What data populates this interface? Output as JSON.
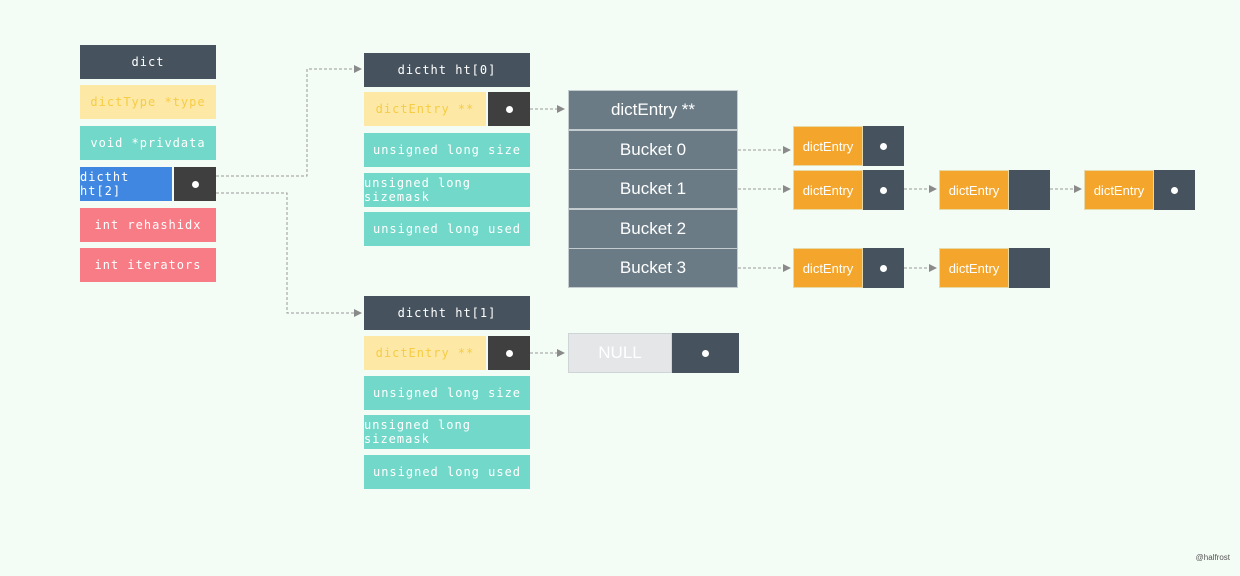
{
  "dict": {
    "title": "dict",
    "fields": [
      "dictType *type",
      "void *privdata",
      "dictht ht[2]",
      "int rehashidx",
      "int iterators"
    ]
  },
  "ht0": {
    "title": "dictht ht[0]",
    "table": "dictEntry **",
    "fields": [
      "unsigned long size",
      "unsigned long sizemask",
      "unsigned long used"
    ]
  },
  "ht1": {
    "title": "dictht ht[1]",
    "table": "dictEntry **",
    "fields": [
      "unsigned long size",
      "unsigned long sizemask",
      "unsigned long used"
    ]
  },
  "bucket_array": {
    "header": "dictEntry **",
    "buckets": [
      "Bucket 0",
      "Bucket 1",
      "Bucket 2",
      "Bucket 3"
    ]
  },
  "entry_label": "dictEntry",
  "null_label": "NULL",
  "credit": "@halfrost",
  "colors": {
    "background": "#f4fcf6",
    "dark": "#46535e",
    "yellow": "#fde9a5",
    "teal": "#72d8c9",
    "blue": "#3f87e0",
    "pink": "#f87c86",
    "bucket": "#6a7b86",
    "entry": "#f4a62c"
  }
}
